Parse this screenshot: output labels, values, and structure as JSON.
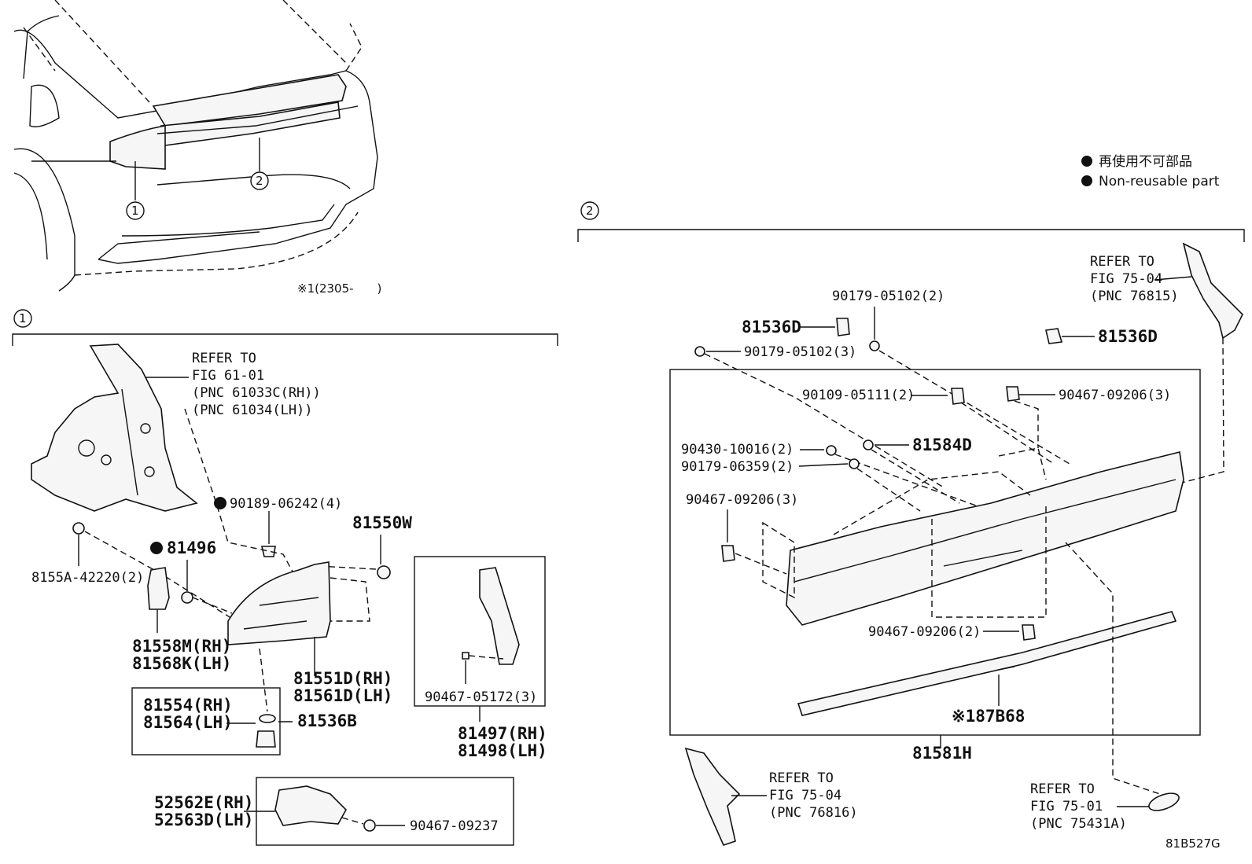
{
  "legend": {
    "ja": "再使用不可部品",
    "en": "Non-reusable part"
  },
  "callouts": {
    "c1": "1",
    "c2": "2"
  },
  "note_mark": "※1(2305-　　)",
  "diagram_id": "81B527G",
  "section1": {
    "refer_61": {
      "l1": "REFER TO",
      "l2": "FIG 61-01",
      "l3": "(PNC 61033C(RH))",
      "l4": "(PNC 61034(LH))"
    },
    "p90189": "90189-06242(4)",
    "p81550W": "81550W",
    "p81496": "81496",
    "p8155A": "8155A-42220(2)",
    "p81558M": "81558M(RH)",
    "p81568K": "81568K(LH)",
    "p81551D": "81551D(RH)",
    "p81561D": "81561D(LH)",
    "p81554": "81554(RH)",
    "p81564": "81564(LH)",
    "p81536B": "81536B",
    "p90467_05172": "90467-05172(3)",
    "p81497": "81497(RH)",
    "p81498": "81498(LH)",
    "p52562E": "52562E(RH)",
    "p52563D": "52563D(LH)",
    "p90467_09237": "90467-09237"
  },
  "section2": {
    "p90179_05102_2": "90179-05102(2)",
    "p81536D_a": "81536D",
    "p81536D_b": "81536D",
    "p90179_05102_3": "90179-05102(3)",
    "refer_75_04a": {
      "l1": "REFER TO",
      "l2": "FIG 75-04",
      "l3": "(PNC 76815)"
    },
    "p90109": "90109-05111(2)",
    "p90467_09206_a": "90467-09206(3)",
    "p90430": "90430-10016(2)",
    "p81584D": "81584D",
    "p90179_06359": "90179-06359(2)",
    "p90467_09206_b": "90467-09206(3)",
    "p90467_09206_c": "90467-09206(2)",
    "p87B68": "※187B68",
    "p81581H": "81581H",
    "refer_75_04b": {
      "l1": "REFER TO",
      "l2": "FIG 75-04",
      "l3": "(PNC 76816)"
    },
    "refer_75_01": {
      "l1": "REFER TO",
      "l2": "FIG 75-01",
      "l3": "(PNC 75431A)"
    }
  }
}
